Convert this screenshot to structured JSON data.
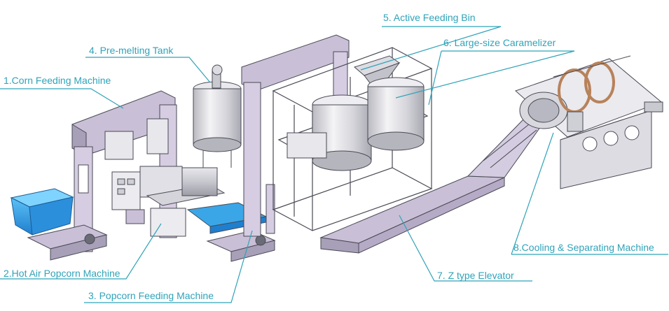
{
  "colors": {
    "label": "#2fa3b9",
    "leader": "#2fa3b9",
    "frame": "#4a4a55",
    "steel": "#d9d9de",
    "lavender": "#c9bfd6",
    "blue_bin": "#3aa6e8",
    "copper": "#b8825a"
  },
  "labels": {
    "corn_feeding": "1.Corn Feeding Machine",
    "hot_air": "2.Hot Air Popcorn Machine",
    "popcorn_feeding": "3. Popcorn Feeding Machine",
    "premelting": "4. Pre-melting Tank",
    "feeding_bin": "5. Active Feeding Bin",
    "caramelizer": "6. Large-size Caramelizer",
    "z_elevator": "7. Z type Elevator",
    "cooling": "8.Cooling & Separating Machine"
  }
}
